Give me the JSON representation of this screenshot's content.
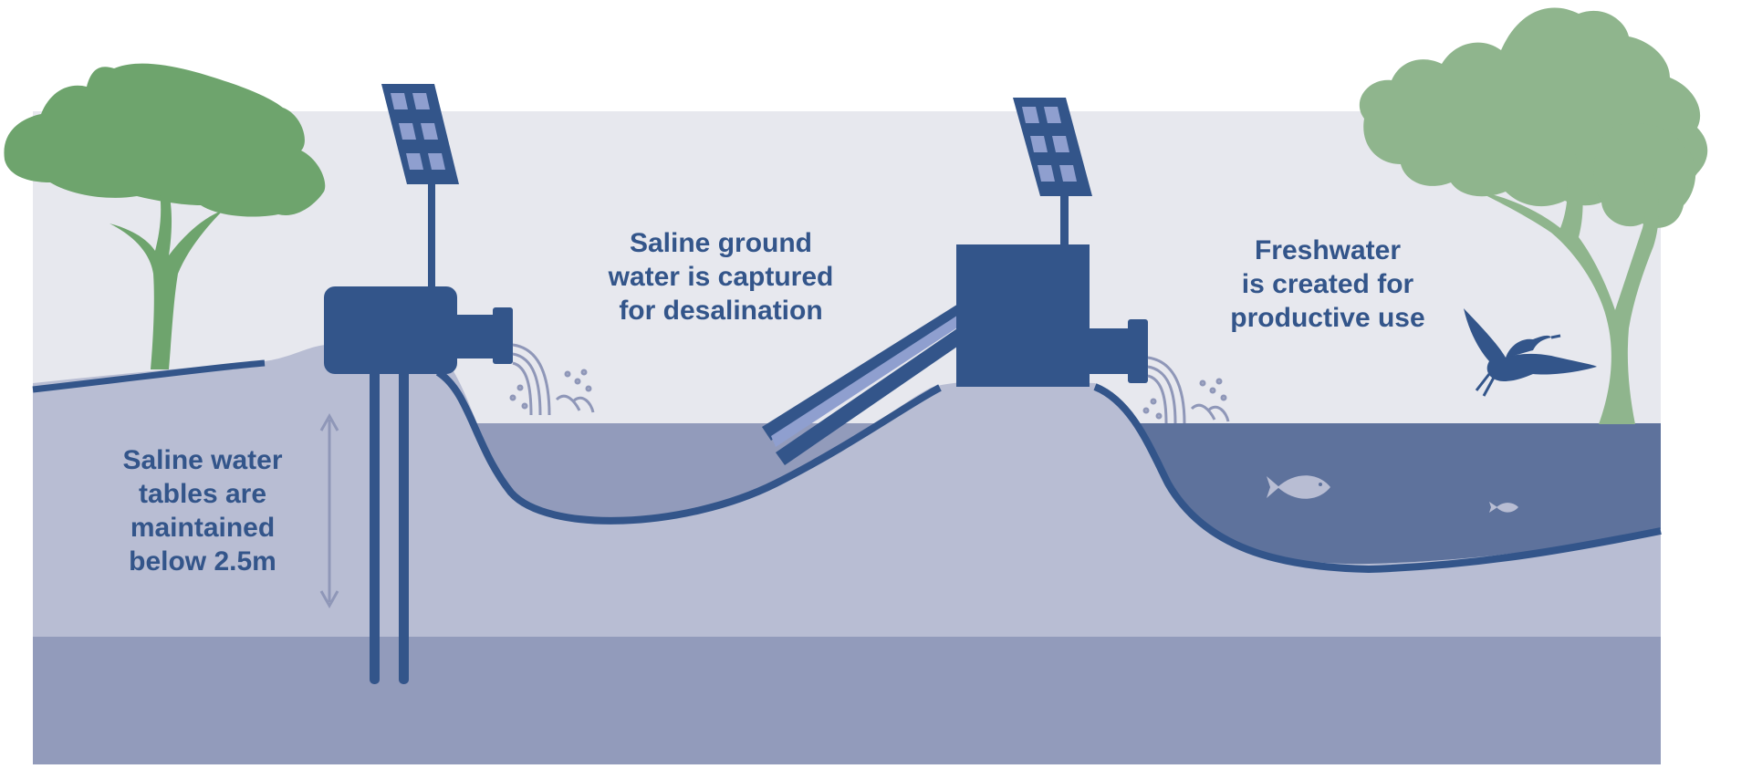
{
  "labels": {
    "saline_tables": [
      "Saline water",
      "tables are",
      "maintained",
      "below 2.5m"
    ],
    "groundwater": [
      "Saline ground",
      "water is captured",
      "for desalination"
    ],
    "freshwater": [
      "Freshwater",
      "is created for",
      "productive use"
    ]
  },
  "colors": {
    "sky": "#e7e8ee",
    "soil": "#b8bdd3",
    "deep_soil": "#929bbb",
    "saline_pond": "#929bbb",
    "fresh_pond": "#5e729c",
    "equipment": "#33558a",
    "solar_cell": "#8f9fcf",
    "tree_left": "#6ea46d",
    "tree_right": "#8fb58d"
  },
  "icons": [
    "tree-icon",
    "solar-panel-icon",
    "pump-icon",
    "water-spray-icon",
    "fish-icon",
    "heron-icon",
    "double-arrow-icon"
  ]
}
